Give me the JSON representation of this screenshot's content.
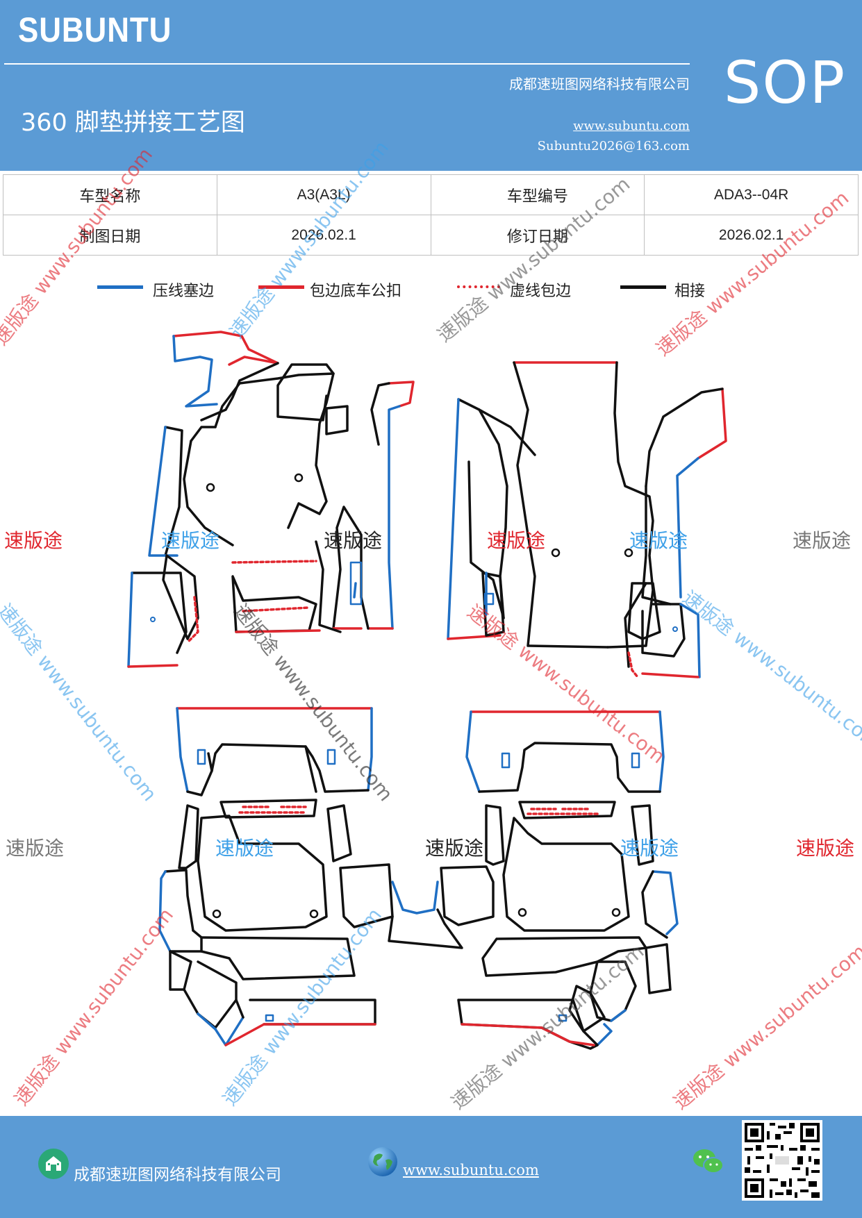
{
  "header": {
    "brand": "SUBUNTU",
    "company": "成都速班图网络科技有限公司",
    "title": "360 脚垫拼接工艺图",
    "website": "www.subuntu.com",
    "email": "Subuntu2026@163.com",
    "badge": "SOP"
  },
  "info_table": {
    "model_name_label": "车型名称",
    "model_name_value": "A3(A3L)",
    "model_code_label": "车型编号",
    "model_code_value": "ADA3--04R",
    "draw_date_label": "制图日期",
    "draw_date_value": "2026.02.1",
    "revise_date_label": "修订日期",
    "revise_date_value": "2026.02.1"
  },
  "legend": [
    {
      "label": "压线塞边",
      "color": "#1f6fc4",
      "style": "solid"
    },
    {
      "label": "包边底车公扣",
      "color": "#e0262e",
      "style": "solid"
    },
    {
      "label": "虚线包边",
      "color": "#e0262e",
      "style": "dotted"
    },
    {
      "label": "相接",
      "color": "#111111",
      "style": "solid"
    }
  ],
  "watermarks": {
    "brand_cn": "速版途",
    "brand_url": "www.subuntu.com",
    "brand_full": "速版途 www.subuntu.com"
  },
  "footer": {
    "company": "成都速班图网络科技有限公司",
    "website": "www.subuntu.com"
  },
  "colors": {
    "header_bg": "#5b9bd5",
    "blue_edge": "#1f6fc4",
    "red_edge": "#e0262e",
    "black_edge": "#111111"
  }
}
